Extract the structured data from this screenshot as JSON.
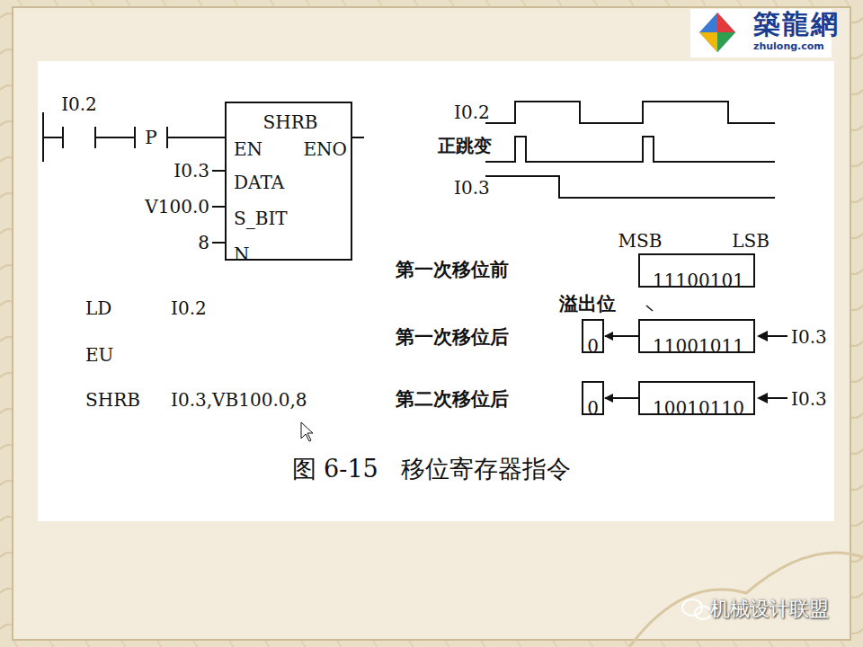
{
  "diagram": {
    "caption": "图 6-15   移位寄存器指令",
    "nodes": [
      {
        "text": [
          "SHRB",
          "EN",
          "ENO",
          "DATA",
          "S_BIT",
          "N"
        ]
      },
      {
        "text": [
          "11100101"
        ]
      },
      {
        "text": [
          "0"
        ]
      },
      {
        "text": [
          "11001011"
        ]
      },
      {
        "text": [
          "0"
        ]
      },
      {
        "text": [
          "10010110"
        ]
      }
    ],
    "edges": [
      {
        "from": 3,
        "to": 2,
        "arrow": "to"
      },
      {
        "from": 5,
        "to": 4,
        "arrow": "to"
      }
    ],
    "labels": [
      "築龍網",
      "zhulong.com",
      "I0.2",
      "P",
      "I0.3",
      "V100.0",
      "8",
      "LD",
      "I0.2",
      "EU",
      "SHRB",
      "I0.3,VB100.0,8",
      "I0.2",
      "正跳变",
      "I0.3",
      "MSB",
      "LSB",
      "第一次移位前",
      "溢出位",
      "第一次移位后",
      "I0.3",
      "第二次移位后",
      "I0.3",
      "机械设计联盟"
    ]
  }
}
